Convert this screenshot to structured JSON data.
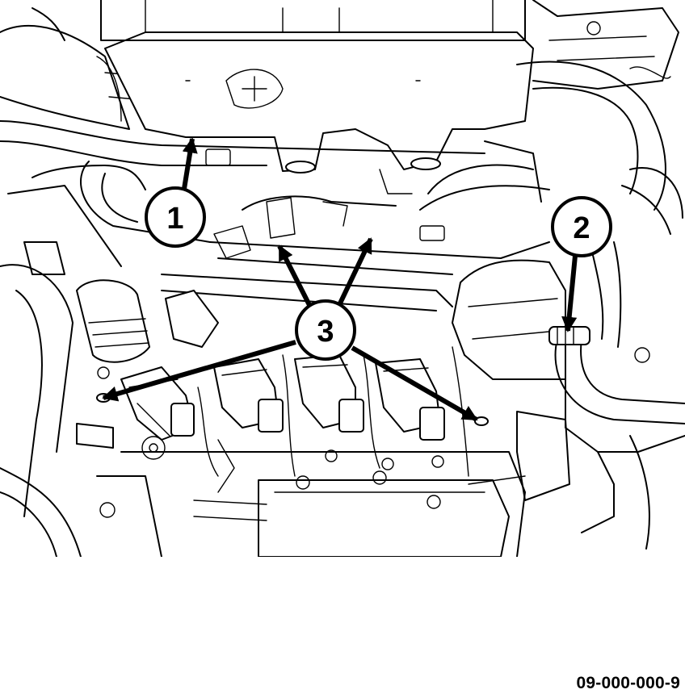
{
  "figure": {
    "id": "09-000-000-9"
  },
  "callouts": [
    {
      "label": "1"
    },
    {
      "label": "2"
    },
    {
      "label": "3"
    }
  ]
}
